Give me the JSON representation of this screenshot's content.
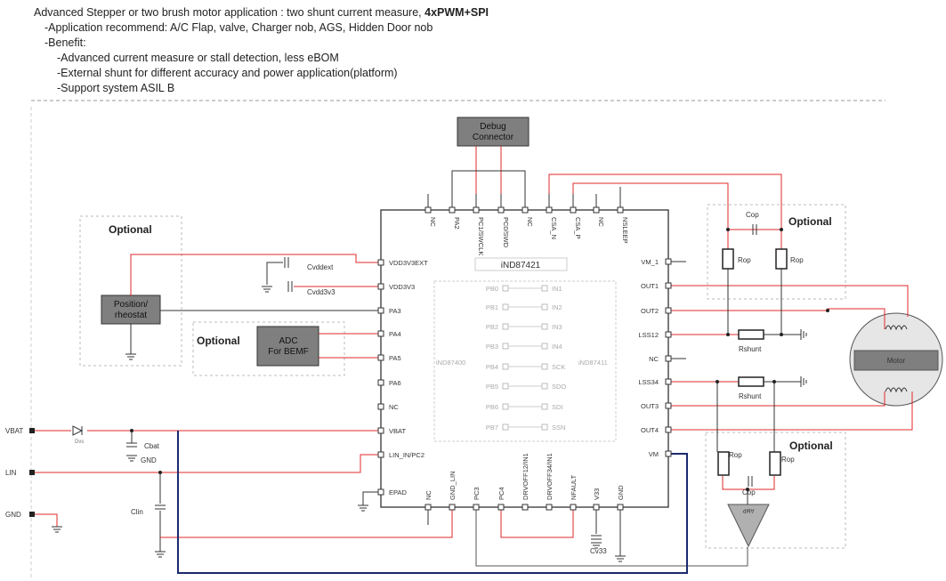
{
  "header": {
    "line1_prefix": "Advanced Stepper or two brush motor application :  two shunt current measure, ",
    "line1_bold": "4xPWM+SPI",
    "line2": "-Application recommend:  A/C Flap, valve, Charger nob, AGS, Hidden Door nob",
    "line3": "-Benefit:",
    "line4": "-Advanced current measure or stall detection, less eBOM",
    "line5": "-External shunt for different accuracy and power application(platform)",
    "line6": "-Support system ASIL B"
  },
  "chip": {
    "name": "iND87421",
    "inner_left": "iND87400",
    "inner_right": "iND87411",
    "top_pins": [
      "NC",
      "PA2",
      "PC1/SWCLK",
      "PC0/SWD",
      "NC",
      "CSA_N",
      "CSA_P",
      "NC",
      "NSLEEP"
    ],
    "left_pins": [
      "VDD3V3EXT",
      "VDD3V3",
      "PA3",
      "PA4",
      "PA5",
      "PA6",
      "NC",
      "VBAT",
      "LIN_IN/PC2",
      "EPAD"
    ],
    "right_pins": [
      "VM_1",
      "OUT1",
      "OUT2",
      "LSS12",
      "NC",
      "LSS34",
      "OUT3",
      "OUT4",
      "VM"
    ],
    "bottom_pins": [
      "NC",
      "GND_LIN",
      "PC3",
      "PC4",
      "DRVOFF12/IN1",
      "DRVOFF34/IN1",
      "NFAULT",
      "V33",
      "GND"
    ],
    "inner_left_pins": [
      "PB0",
      "PB1",
      "PB2",
      "PB3",
      "PB4",
      "PB5",
      "PB6",
      "PB7"
    ],
    "inner_right_pins": [
      "IN1",
      "IN2",
      "IN3",
      "IN4",
      "SCK",
      "SDO",
      "SDI",
      "SSN"
    ]
  },
  "blocks": {
    "debug": "Debug Connector",
    "position": "Position/ rheostat",
    "adc": "ADC For BEMF",
    "motor": "Motor"
  },
  "optional_labels": [
    "Optional",
    "Optional",
    "Optional",
    "Optional"
  ],
  "components": {
    "cvddext": "Cvddext",
    "cvdd3v3": "Cvdd3v3",
    "cop_top": "Cop",
    "rop_top_left": "Rop",
    "rop_top_right": "Rop",
    "rshunt1": "Rshunt",
    "rshunt2": "Rshunt",
    "rop_bot_left": "Rop",
    "rop_bot_right": "Rop",
    "cop_bot": "Cop",
    "amp": "AMP",
    "cbat": "Cbat",
    "gnd_label": "GND",
    "clin": "Clin",
    "cv33": "Cv33",
    "dvs": "Dvs"
  },
  "ports": {
    "vbat": "VBAT",
    "lin": "LIN",
    "gnd": "GND"
  },
  "colors": {
    "red_wire": "#e0282a",
    "dark_wire": "#1c2a6e",
    "block_fill": "#7f7f7f",
    "motor_fill": "#e6e6e6"
  }
}
